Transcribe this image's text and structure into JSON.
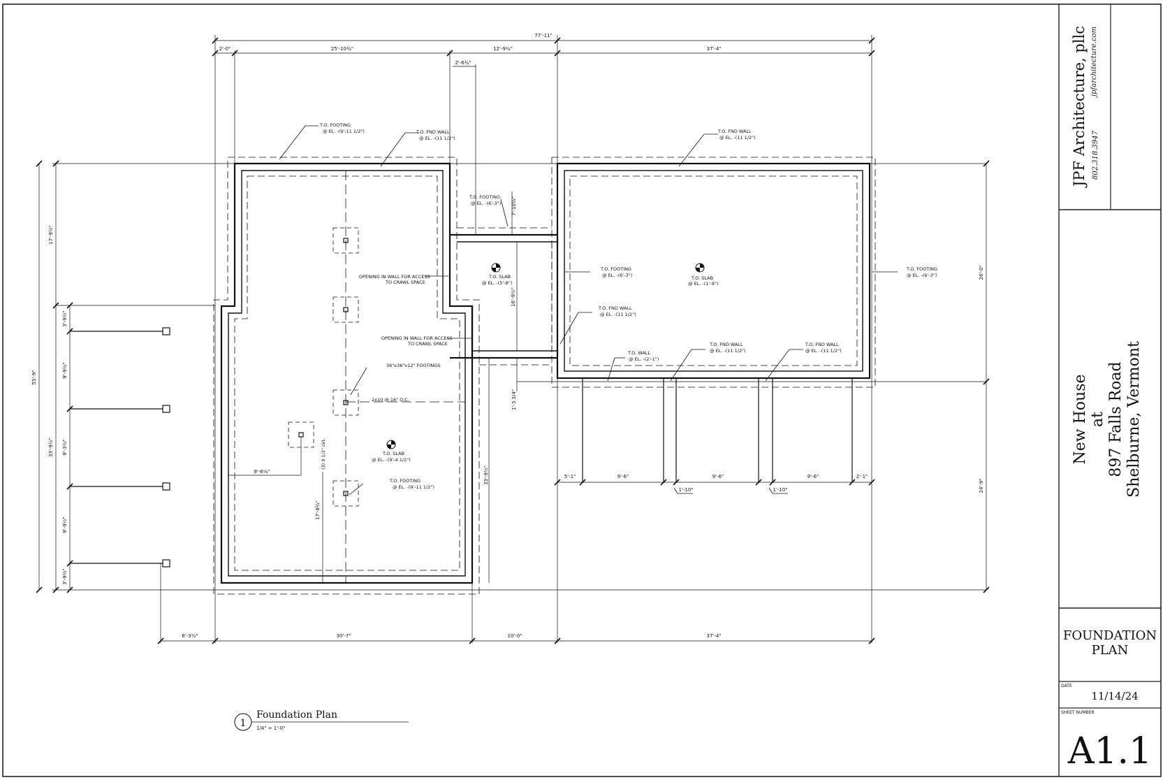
{
  "title_block": {
    "firm_name": "JPF Architecture, pllc",
    "firm_phone": "802.318.3947",
    "firm_web": "jpfarchitecture.com",
    "project_line1": "New House",
    "project_line2": "at",
    "project_line3": "897 Falls Road",
    "project_line4": "Shelburne,  Vermont",
    "sheet_title_line1": "FOUNDATION",
    "sheet_title_line2": "PLAN",
    "date_label": "DATE",
    "date_value": "11/14/24",
    "sheet_number_label": "SHEET NUMBER",
    "sheet_number": "A1.1"
  },
  "drawing": {
    "number": "1",
    "name": "Foundation Plan",
    "scale": "1/4\" = 1'-0\""
  },
  "dimensions": {
    "top_overall": "77'-11\"",
    "top_a": "2'-0\"",
    "top_b": "25'-10¾\"",
    "top_c": "12'-9¼\"",
    "top_d": "37'-4\"",
    "top_e": "2'-6¾\"",
    "bottom_a": "6'-3½\"",
    "bottom_b": "30'-7\"",
    "bottom_c": "10'-0\"",
    "bottom_d": "37'-4\"",
    "left_overall": "55'-9\"",
    "left_upper": "17'-9½\"",
    "left_lower": "33'-9½\"",
    "left_seg1": "3'-9½\"",
    "left_seg2": "9'-9½\"",
    "left_seg3": "9'-3½\"",
    "left_seg4": "9'-9½\"",
    "left_seg5": "3'-9½\"",
    "right_upper": "26'-0\"",
    "right_lower": "24'-9\"",
    "mid_a": "7'-10¾\"",
    "mid_b": "16'-9½\"",
    "mid_c": "1'-3 3/4\"",
    "mid_d": "33'-9½\"",
    "mid_e": "17'-8¾\"",
    "mid_f": "9'-6⅛\"",
    "pier_a": "5'-1\"",
    "pier_b": "9'-6\"",
    "pier_c": "9'-6\"",
    "pier_d": "9'-6\"",
    "pier_e": "2'-1\"",
    "pier_f": "1'-10\"",
    "pier_g": "1'-10\""
  },
  "notes": {
    "tof_top_1": "T.O. FOOTING",
    "tof_top_1_el": "@ EL. -(9'-11 1/2\")",
    "tfw_top_1": "T.O. FND WALL",
    "tfw_top_1_el": "@ EL. -(11 1/2\")",
    "tfw_top_2": "T.O. FND WALL",
    "tfw_top_2_el": "@ EL. -(11 1/2\")",
    "tof_mid": "T.O. FOOTING",
    "tof_mid_el": "@ EL. -(6'-3\")",
    "opening_1": "OPENING IN WALL FOR ACCESS",
    "opening_1b": "TO CRAWL SPACE",
    "opening_2": "OPENING IN WALL FOR ACCESS",
    "opening_2b": "TO CRAWL SPACE",
    "slab_mid": "T.O. SLAB",
    "slab_mid_el": "@ EL. -(5'-8\")",
    "tof_right_inner": "T.O. FOOTING",
    "tof_right_inner_el": "@ EL. -(6'-3\")",
    "slab_right": "T.O. SLAB",
    "slab_right_el": "@ EL. -(1'-9\")",
    "tof_right_outer": "T.O. FOOTING",
    "tof_right_outer_el": "@ EL. -(6'-3\")",
    "tfw_right": "T.O. FND WALL",
    "tfw_right_el": "@ EL. -(11 1/2\")",
    "tow": "T.O. WALL",
    "tow_el": "@ EL. -(2'-1\")",
    "tfw_b1": "T.O. FND WALL",
    "tfw_b1_el": "@ EL. -(11 1/2\")",
    "tfw_b2": "T.O. FND WALL",
    "tfw_b2_el": "@ EL. -(11 1/2\")",
    "footings": "36\"x36\"x12\" FOOTINGS",
    "joists": "2x10 @ 16\" O.C.",
    "beam": "(3) 9 1/2\" LVL",
    "slab_left": "T.O. SLAB",
    "slab_left_el": "@ EL. -(9'-4 1/2\")",
    "tof_left": "T.O. FOOTING",
    "tof_left_el": "@ EL. -(9'-11 1/2\")"
  }
}
